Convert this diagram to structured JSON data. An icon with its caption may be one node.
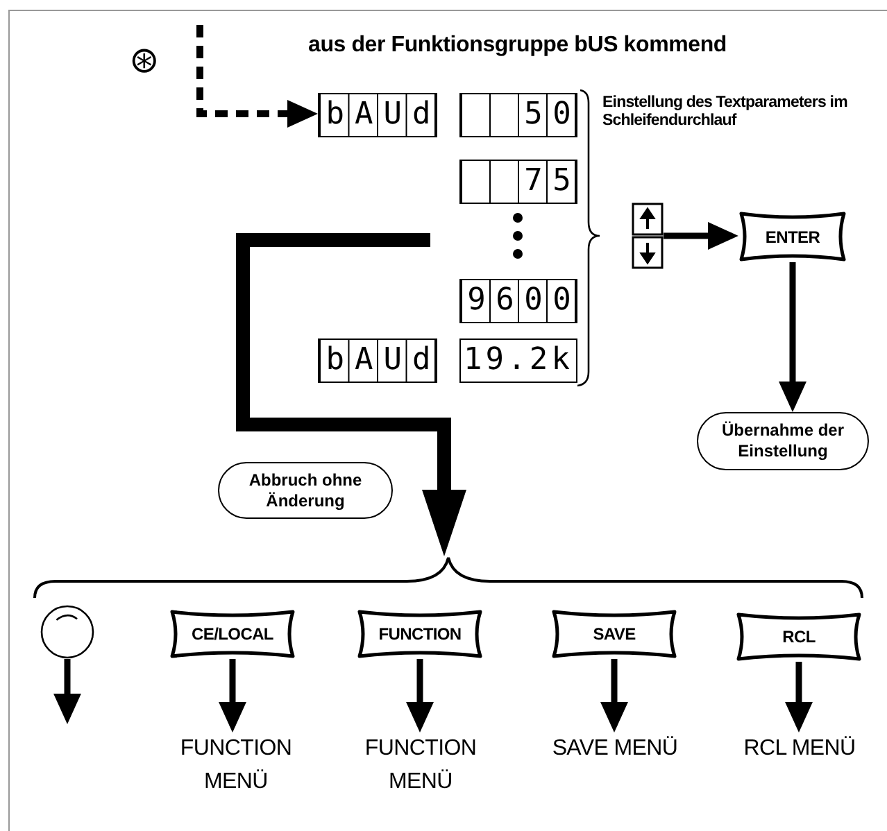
{
  "diagram": {
    "title": "aus der Funktionsgruppe bUS kommend",
    "nodes": [
      {
        "text": [
          "bAUd"
        ]
      },
      {
        "text": [
          "50"
        ]
      },
      {
        "text": [
          "75"
        ]
      },
      {
        "text": [
          "9600"
        ]
      },
      {
        "text": [
          "bAUd"
        ]
      },
      {
        "text": [
          "19.2k"
        ]
      },
      {
        "text": [],
        "shape": "box"
      },
      {
        "text": [
          "ENTER"
        ]
      },
      {
        "text": [
          "Übernahme der Einstellung"
        ]
      },
      {
        "text": [
          "Abbruch ohne Änderung"
        ]
      },
      {
        "text": [],
        "shape": "brace"
      },
      {
        "text": [],
        "shape": "circle"
      },
      {
        "text": [
          "CE/LOCAL"
        ]
      },
      {
        "text": [
          "FUNCTION"
        ]
      },
      {
        "text": [
          "SAVE"
        ]
      },
      {
        "text": [
          "RCL"
        ]
      },
      {
        "text": [
          "FUNCTION MENÜ"
        ]
      },
      {
        "text": [
          "FUNCTION MENÜ"
        ]
      },
      {
        "text": [
          "SAVE MENÜ"
        ]
      },
      {
        "text": [
          "RCL MENÜ"
        ]
      }
    ],
    "edges": [
      {
        "from": null,
        "to": 0,
        "arrow": "to",
        "style": "dashed"
      },
      {
        "from": 6,
        "to": 7,
        "arrow": "to"
      },
      {
        "from": 7,
        "to": 8,
        "arrow": "to"
      },
      {
        "from": null,
        "to": 10,
        "arrow": "to",
        "style": "thick"
      },
      {
        "from": 11,
        "to": null,
        "arrow": "to"
      },
      {
        "from": 12,
        "to": 16,
        "arrow": "to"
      },
      {
        "from": 13,
        "to": 17,
        "arrow": "to"
      },
      {
        "from": 14,
        "to": 18,
        "arrow": "to"
      },
      {
        "from": 15,
        "to": 19,
        "arrow": "to"
      }
    ],
    "labels": [
      "⊛",
      "Einstellung des Textparameters im Schleifendurchlauf"
    ]
  }
}
